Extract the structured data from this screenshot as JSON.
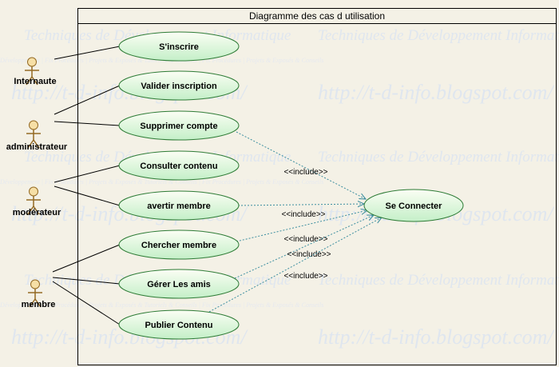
{
  "diagram": {
    "title": "Diagramme des cas d utilisation",
    "watermark": {
      "line1": "Techniques de Développement Informatique",
      "line1_right": "Techniques de Développement Informatique",
      "line_small": "Développement | Fix Procédures | Projets & Exposés & Tutoriels & Conseils | Fix Procédures | Projets & Exposés & Conseils",
      "url": "http://t-d-info.blogspot.com/"
    },
    "colors": {
      "background": "#f4f1e6",
      "usecase_fill_light": "#fbfef4",
      "usecase_fill_dark": "#c4efc8",
      "usecase_stroke": "#2d7b35",
      "actor_fill": "#f6dfa6",
      "actor_stroke": "#946a24",
      "include_line": "#3e8fa0"
    },
    "actors": [
      {
        "id": "internaute",
        "label": "Internaute"
      },
      {
        "id": "administrateur",
        "label": "administrateur"
      },
      {
        "id": "moderateur",
        "label": "modérateur"
      },
      {
        "id": "membre",
        "label": "membre"
      }
    ],
    "use_cases": [
      {
        "id": "sinscrire",
        "label": "S'inscrire"
      },
      {
        "id": "valider",
        "label": "Valider inscription"
      },
      {
        "id": "supprimer",
        "label": "Supprimer compte"
      },
      {
        "id": "consulter",
        "label": "Consulter contenu"
      },
      {
        "id": "avertir",
        "label": "avertir membre"
      },
      {
        "id": "chercher",
        "label": "Chercher membre"
      },
      {
        "id": "gerer",
        "label": "Gérer Les amis"
      },
      {
        "id": "publier",
        "label": "Publier Contenu"
      },
      {
        "id": "connecter",
        "label": "Se Connecter"
      }
    ],
    "associations": [
      {
        "actor": "internaute",
        "use_case": "sinscrire"
      },
      {
        "actor": "administrateur",
        "use_case": "valider"
      },
      {
        "actor": "administrateur",
        "use_case": "supprimer"
      },
      {
        "actor": "moderateur",
        "use_case": "consulter"
      },
      {
        "actor": "moderateur",
        "use_case": "avertir"
      },
      {
        "actor": "membre",
        "use_case": "chercher"
      },
      {
        "actor": "membre",
        "use_case": "gerer"
      },
      {
        "actor": "membre",
        "use_case": "publier"
      }
    ],
    "includes": [
      {
        "from": "supprimer",
        "to": "connecter",
        "label": "<<include>>"
      },
      {
        "from": "avertir",
        "to": "connecter",
        "label": "<<include>>"
      },
      {
        "from": "chercher",
        "to": "connecter",
        "label": "<<include>>"
      },
      {
        "from": "gerer",
        "to": "connecter",
        "label": "<<include>>"
      },
      {
        "from": "publier",
        "to": "connecter",
        "label": "<<include>>"
      }
    ]
  }
}
